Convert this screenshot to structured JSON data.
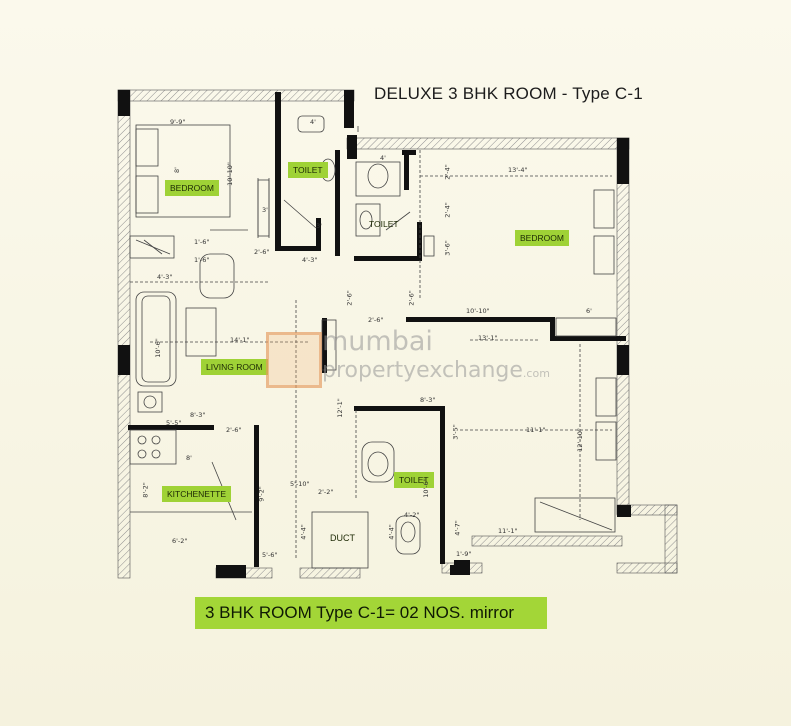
{
  "header": {
    "title": "DELUXE 3 BHK ROOM - Type C-1"
  },
  "rooms": {
    "bedroom_1": "BEDROOM",
    "toilet_1": "TOILET",
    "toilet_2": "TOILET",
    "bedroom_2": "BEDROOM",
    "living_room": "LIVING ROOM",
    "kitchenette": "KITCHENETTE",
    "toilet_3": "TOILET",
    "duct": "DUCT"
  },
  "dimensions": {
    "d1": "9'-9\"",
    "d2": "8'",
    "d3": "10'-10\"",
    "d4": "4'",
    "d5": "4'",
    "d6": "13'-4\"",
    "d7": "2'-4\"",
    "d8": "2'-4\"",
    "d9": "3'-6\"",
    "d10": "2'-6\"",
    "d11": "4'-3\"",
    "d12": "4'-3\"",
    "d13": "2'-6\"",
    "d14": "2'-6\"",
    "d15": "2'-6\"",
    "d16": "10'-10\"",
    "d17": "6'",
    "d18": "14'-1\"",
    "d19": "10'-6\"",
    "d20": "13'-1\"",
    "d21": "8'-3\"",
    "d22": "5'-5\"",
    "d23": "2'-6\"",
    "d24": "8'-3\"",
    "d25": "3'-5\"",
    "d26": "11'-1\"",
    "d27": "12'-1\"",
    "d28": "12'-10\"",
    "d29": "8'",
    "d30": "8'-2\"",
    "d31": "5'-10\"",
    "d32": "2'-2\"",
    "d33": "9'-2\"",
    "d34": "10'-6\"",
    "d35": "4'-2\"",
    "d36": "4'-4\"",
    "d37": "4'-4\"",
    "d38": "6'-2\"",
    "d39": "5'-6\"",
    "d40": "1'-9\"",
    "d41": "11'-1\"",
    "d42": "4'-7\"",
    "d43": "3'",
    "d44": "3'",
    "d45": "1'-6\"",
    "d46": "1'-6\""
  },
  "watermark": {
    "line1": "mumbai",
    "line2": "propertyexchange",
    "suffix": ".com"
  },
  "footer": {
    "caption": "3 BHK ROOM  Type C-1= 02 NOS. mirror"
  },
  "colors": {
    "label_bg": "#9fd236",
    "wall": "#111111",
    "hatch": "#8a8a8a",
    "background": "#f7f4e4"
  }
}
